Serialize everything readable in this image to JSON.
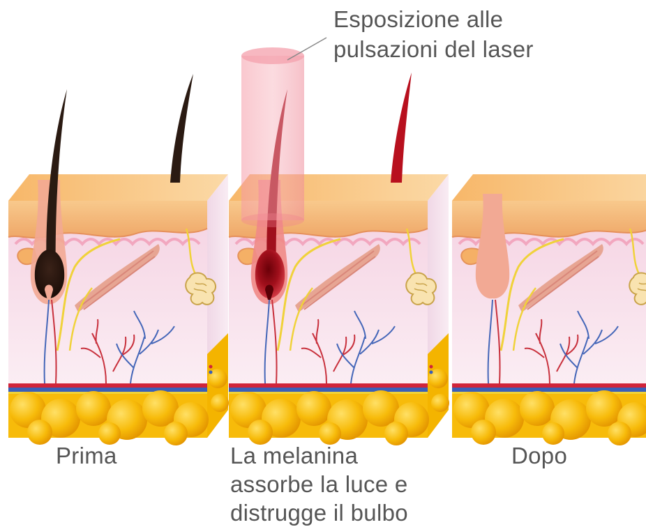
{
  "annotation": {
    "laser_line1": "Esposizione alle",
    "laser_line2": "pulsazioni del laser"
  },
  "panels": [
    {
      "id": "before",
      "label": "Prima",
      "hair_state": "dark hair with pigmented bulb"
    },
    {
      "id": "during",
      "label_lines": [
        "La melanina",
        "assorbe la luce e",
        "distrugge il bulbo"
      ],
      "hair_state": "hair and bulb heated red by laser"
    },
    {
      "id": "after",
      "label": "Dopo",
      "hair_state": "bulb destroyed, no hair"
    }
  ],
  "colors": {
    "text": "#555555",
    "fat": "#f5b800",
    "dermis": "#f6dbe8",
    "epidermis": "#f6c088",
    "hair_dark": "#2a1a12",
    "hair_red": "#a0101c",
    "laser": "#f08a9a",
    "artery": "#d0243a",
    "vein": "#3a5fb8",
    "nerve": "#f0d23a"
  }
}
